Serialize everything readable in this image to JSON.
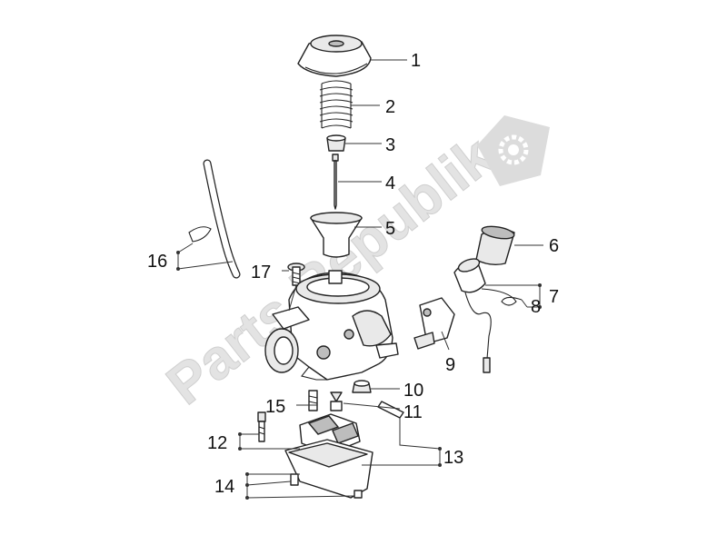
{
  "watermark": {
    "text": "Parts Republik",
    "logo_icon": "gear-icon"
  },
  "colors": {
    "line": "#222222",
    "leader": "#333333",
    "watermark": "#d6d6d6"
  },
  "callouts": [
    {
      "id": "1",
      "label": "1"
    },
    {
      "id": "2",
      "label": "2"
    },
    {
      "id": "3",
      "label": "3"
    },
    {
      "id": "4",
      "label": "4"
    },
    {
      "id": "5",
      "label": "5"
    },
    {
      "id": "6",
      "label": "6"
    },
    {
      "id": "7",
      "label": "7"
    },
    {
      "id": "8",
      "label": "8"
    },
    {
      "id": "9",
      "label": "9"
    },
    {
      "id": "10",
      "label": "10"
    },
    {
      "id": "11",
      "label": "11"
    },
    {
      "id": "12",
      "label": "12"
    },
    {
      "id": "13",
      "label": "13"
    },
    {
      "id": "14",
      "label": "14"
    },
    {
      "id": "15",
      "label": "15"
    },
    {
      "id": "16",
      "label": "16"
    },
    {
      "id": "17",
      "label": "17"
    }
  ]
}
